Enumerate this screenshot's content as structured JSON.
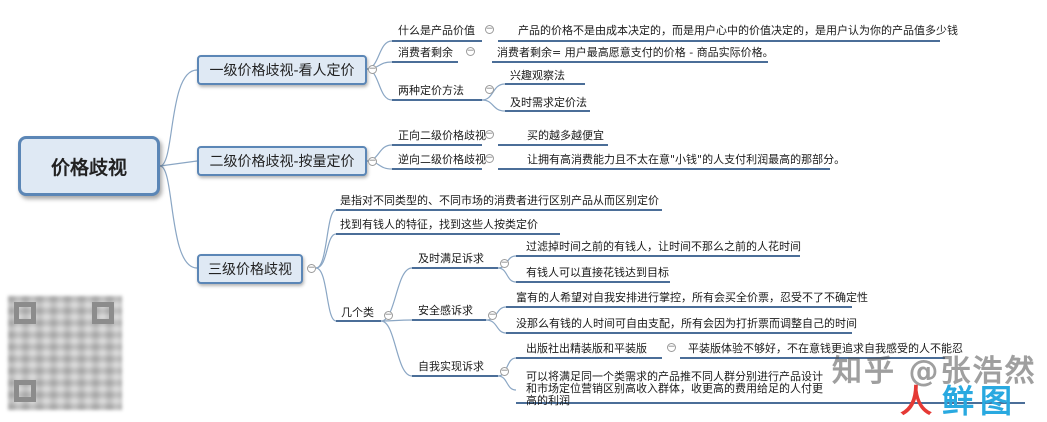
{
  "root": {
    "label": "价格歧视"
  },
  "level1": [
    {
      "label": "一级价格歧视-看人定价"
    },
    {
      "label": "二级价格歧视-按量定价"
    },
    {
      "label": "三级价格歧视"
    }
  ],
  "n1": {
    "a": "什么是产品价值",
    "a_desc": "产品的价格不是由成本决定的，而是用户心中的价值决定的，是用户认为你的产品值多少钱",
    "b": "消费者剩余",
    "b_desc": "消费者剩余= 用户最高愿意支付的价格 - 商品实际价格。",
    "c": "两种定价方法",
    "c1": "兴趣观察法",
    "c2": "及时需求定价法"
  },
  "n2": {
    "a": "正向二级价格歧视",
    "a_desc": "买的越多越便宜",
    "b": "逆向二级价格歧视",
    "b_desc": "让拥有高消费能力且不太在意\"小钱\"的人支付利润最高的那部分。"
  },
  "n3": {
    "def": "是指对不同类型的、不同市场的消费者进行区别产品从而区别定价",
    "find": "找到有钱人的特征，找到这些人按类定价",
    "types": "几个类",
    "t1": "及时满足诉求",
    "t1a": "过滤掉时间之前的有钱人，让时间不那么之前的人花时间",
    "t1b": "有钱人可以直接花钱达到目标",
    "t2": "安全感诉求",
    "t2a": "富有的人希望对自我安排进行掌控，所有会买全价票，忍受不了不确定性",
    "t2b": "没那么有钱的人时间可自由支配，所有会因为打折票而调整自己的时间",
    "t3": "自我实现诉求",
    "t3a": "出版社出精装版和平装版",
    "t3a_desc": "平装版体验不够好，不在意钱更追求自我感受的人不能忍",
    "t3b": "可以将满足同一个类需求的产品推不同人群分别进行产品设计和市场定位营销区别高收入群体，收更高的费用给足的人付更高的利润"
  },
  "watermark": {
    "text": "知乎 @张浩然",
    "brand_left": "人",
    "brand_right": "鲜图"
  },
  "colors": {
    "accent": "#5b86b6",
    "fill": "#dfe9f4",
    "line": "#8aa6c4",
    "underline": "#4b6e98"
  }
}
